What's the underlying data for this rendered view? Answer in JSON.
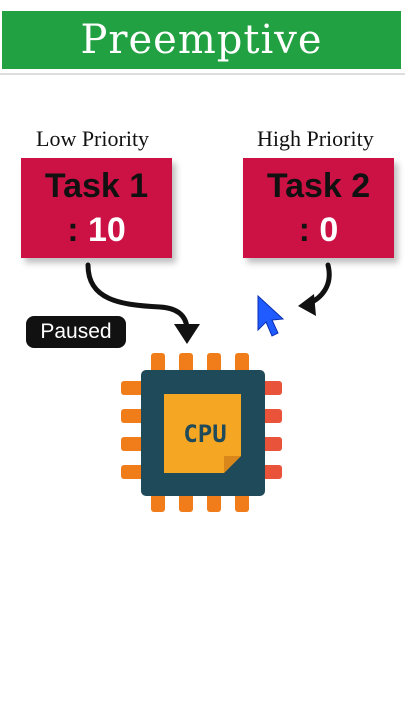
{
  "header": {
    "title": "Preemptive"
  },
  "tasks": [
    {
      "priority_label": "Low Priority",
      "name": "Task 1",
      "count_prefix": ":",
      "count": "10"
    },
    {
      "priority_label": "High Priority",
      "name": "Task 2",
      "count_prefix": ":",
      "count": "0"
    }
  ],
  "status": {
    "paused_label": "Paused"
  },
  "processor": {
    "label": "CPU"
  },
  "icons": {
    "processor": "cpu-chip-icon",
    "pointer": "mouse-cursor-icon",
    "arrows": "curved-arrow-icon"
  },
  "colors": {
    "banner": "#22a142",
    "task_card": "#cc1244",
    "chip_body": "#1f4a5a",
    "chip_core": "#f5a623",
    "pins_orange": "#f07d1a",
    "pins_red": "#e8533a",
    "cursor": "#1f5bff"
  }
}
